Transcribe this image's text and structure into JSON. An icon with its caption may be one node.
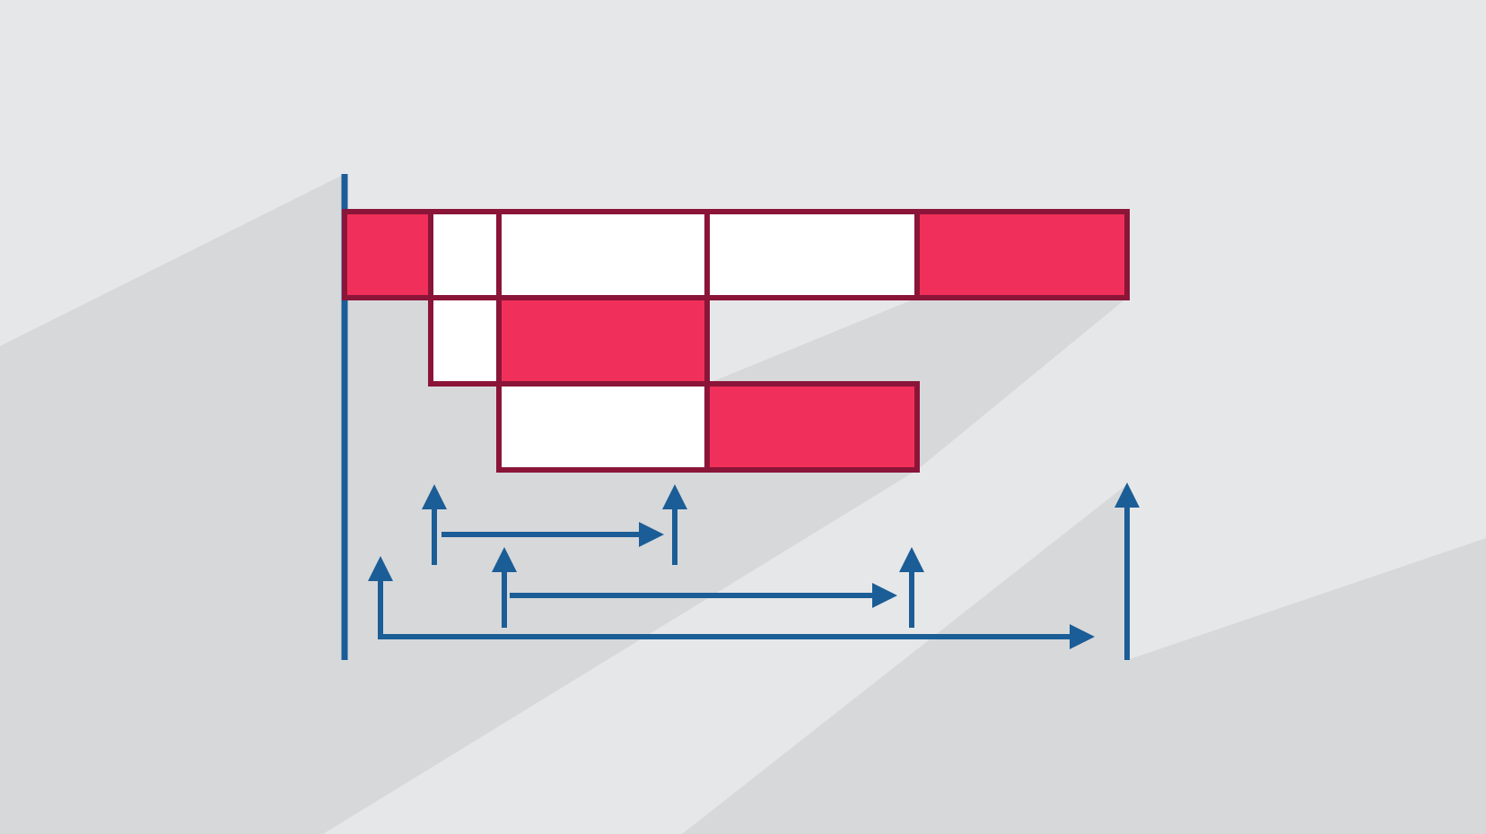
{
  "diagram": {
    "nodes": [
      {
        "text": [],
        "shape": "bar"
      },
      {
        "text": [],
        "shape": "box"
      },
      {
        "text": [],
        "shape": "box"
      },
      {
        "text": [],
        "shape": "box"
      },
      {
        "text": [],
        "shape": "bar"
      },
      {
        "text": [],
        "shape": "box"
      },
      {
        "text": [],
        "shape": "bar"
      },
      {
        "text": [],
        "shape": "box"
      },
      {
        "text": [],
        "shape": "bar"
      }
    ]
  }
}
